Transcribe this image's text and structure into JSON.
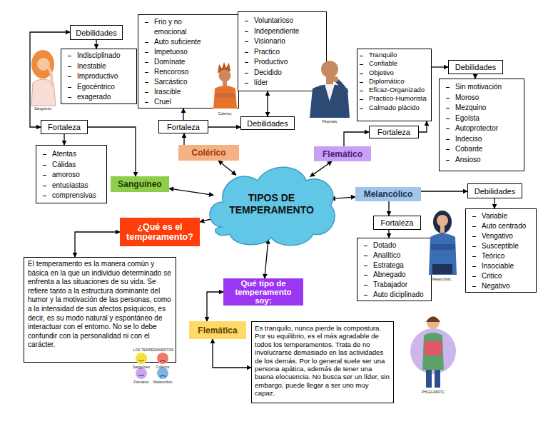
{
  "diagram": {
    "nodes": [
      {
        "text": [
          "Debilidades"
        ]
      },
      {
        "text": [
          "Frio y no emocional",
          "Auto suficiente",
          "Impetuoso",
          "Domínate",
          "Rencoroso",
          "Sarcástico",
          "Irascible",
          "Cruel"
        ]
      },
      {
        "text": [
          "Voluntarioso",
          "Independiente",
          "Visionario",
          "Practico",
          "Productivo",
          "Decidido",
          "líder"
        ]
      },
      {
        "text": [
          "Tranquilo",
          "Confiable",
          "Objetivo",
          "Diplomático",
          "Eficaz-Organizado",
          "Practico-Humorista",
          "Calmado plácido"
        ]
      },
      {
        "text": [
          "Debilidades"
        ]
      },
      {
        "text": [
          "Indisciplinado",
          "Inestable",
          "Improductivo",
          "Egocéntrico",
          "exagerado"
        ]
      },
      {
        "text": [
          "Sin motivación",
          "Moroso",
          "Mezquino",
          "Egoísta",
          "Autoprotector",
          "Indeciso",
          "Cobarde",
          "Ansioso"
        ]
      },
      {
        "text": [
          "Fortaleza"
        ]
      },
      {
        "text": [
          "Fortaleza"
        ]
      },
      {
        "text": [
          "Debilidades"
        ]
      },
      {
        "text": [
          "Fortaleza"
        ]
      },
      {
        "text": [
          "Colérico"
        ]
      },
      {
        "text": [
          "Flemático"
        ]
      },
      {
        "text": [
          "Atentas",
          "Cálidas",
          "amoroso",
          "entusiastas",
          "comprensivas"
        ]
      },
      {
        "text": [
          "Sanguíneo"
        ]
      },
      {
        "text": [
          "TIPOS DE TEMPERAMENTO"
        ]
      },
      {
        "text": [
          "Melancólico"
        ]
      },
      {
        "text": [
          "Debilidades"
        ]
      },
      {
        "text": [
          "Variable",
          "Auto centrado",
          "Vengativo",
          "Susceptible",
          "Teórico",
          "Insociable",
          "Critico",
          "Negativo"
        ]
      },
      {
        "text": [
          "Fortaleza"
        ]
      },
      {
        "text": [
          "¿Qué es el temperamento?"
        ]
      },
      {
        "text": [
          "Dotado",
          "Analítico",
          "Estratega",
          "Abnegado",
          "Trabajador",
          "Auto diciplinado"
        ]
      },
      {
        "text": [
          "El temperamento es la manera común y básica en la que un individuo determinado se enfrenta a las situaciones de su vida. Se refiere tanto a la estructura dominante del humor y la motivación de las personas, como a la intensidad de sus afectos psíquicos, es decir, es su modo natural y espontáneo de interactuar con el entorno. No se lo debe confundir con la personalidad ni con el carácter."
        ]
      },
      {
        "text": [
          "Qué tipo de temperamento soy:"
        ]
      },
      {
        "text": [
          "Flemática"
        ]
      },
      {
        "text": [
          "Es tranquilo, nunca pierde la compostura. Por su equilibrio, es el más agradable de todos los temperamentos. Trata de no involucrarse demasiado en las actividades de los demás. Por lo general suele ser una persona apática, además de tener una buena elocuencia. No busca ser un líder, sin embargo, puede llegar a ser uno muy capaz."
        ]
      }
    ],
    "edges": [
      {
        "from": 7,
        "to": 0,
        "arrow": "both"
      },
      {
        "from": 0,
        "to": 5,
        "arrow": "to"
      },
      {
        "from": 7,
        "to": 13,
        "arrow": "to"
      },
      {
        "from": 7,
        "to": 14,
        "arrow": "to"
      },
      {
        "from": 14,
        "to": 15,
        "arrow": "both"
      },
      {
        "from": 11,
        "to": 8,
        "arrow": "to"
      },
      {
        "from": 8,
        "to": 1,
        "arrow": "to"
      },
      {
        "from": 8,
        "to": 9,
        "arrow": "to"
      },
      {
        "from": 9,
        "to": 2,
        "arrow": "both"
      },
      {
        "from": 11,
        "to": 15,
        "arrow": "both"
      },
      {
        "from": 12,
        "to": 15,
        "arrow": "both"
      },
      {
        "from": 12,
        "to": 10,
        "arrow": "to"
      },
      {
        "from": 10,
        "to": 3,
        "arrow": "to"
      },
      {
        "from": 3,
        "to": 4,
        "arrow": "to"
      },
      {
        "from": 4,
        "to": 6,
        "arrow": "to"
      },
      {
        "from": 15,
        "to": 16,
        "arrow": "both"
      },
      {
        "from": 16,
        "to": 17,
        "arrow": "to"
      },
      {
        "from": 17,
        "to": 18,
        "arrow": "to"
      },
      {
        "from": 16,
        "to": 19,
        "arrow": "to"
      },
      {
        "from": 19,
        "to": 21,
        "arrow": "to"
      },
      {
        "from": 15,
        "to": 20,
        "arrow": "both"
      },
      {
        "from": 20,
        "to": 22,
        "arrow": "both"
      },
      {
        "from": 15,
        "to": 23,
        "arrow": "both"
      },
      {
        "from": 23,
        "to": 24,
        "arrow": "both"
      },
      {
        "from": 24,
        "to": 25,
        "arrow": "both"
      }
    ],
    "labels": [
      "Sanguineo",
      "Colerico",
      "Flegmatic",
      "Melancholic",
      "PHLEGMATIC",
      "LOS TEMPERAMENTOS",
      "Sanguíneo",
      "Colérico",
      "Flemático",
      "Melancólico"
    ]
  }
}
